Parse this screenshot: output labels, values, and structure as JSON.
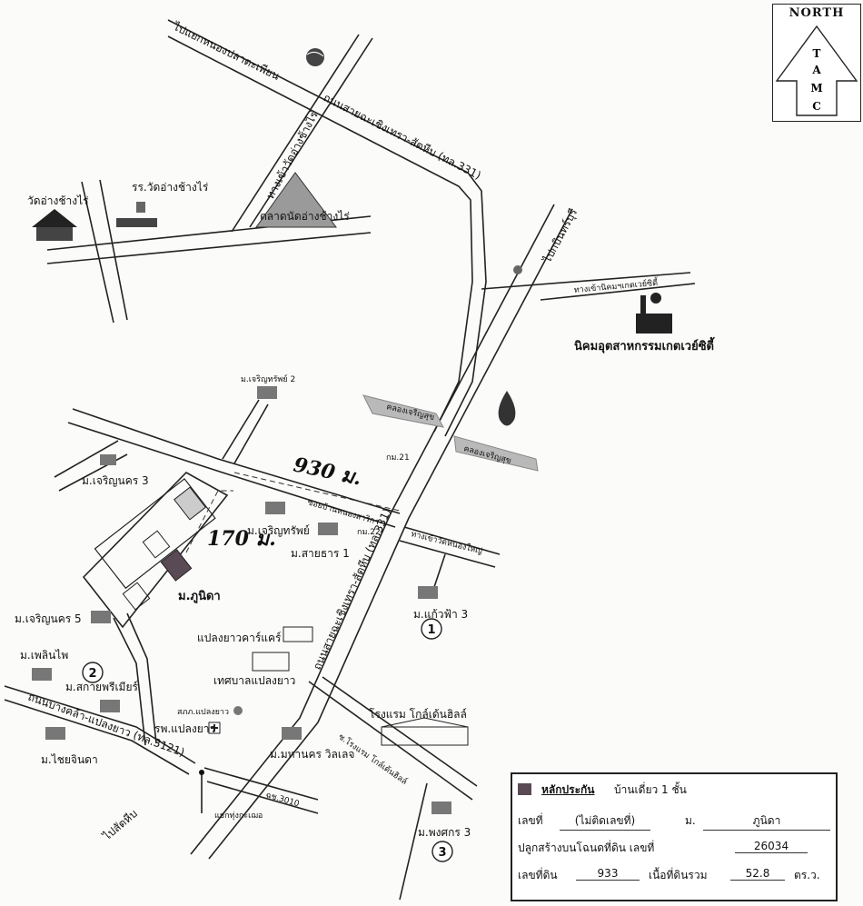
{
  "north": {
    "title": "NORTH",
    "letters": [
      "T",
      "A",
      "M",
      "C"
    ]
  },
  "roads": {
    "nong_pla": "ไปแยกหนองปลาตะเพียน",
    "road331_top": "ถนนสายฉะเชิงเทรา-สัตหีบ (ทล.331)",
    "wat_ang": "ทางเข้าวัดอ่างช้างไร่",
    "pinthong": "ไปกบินทร์บุรี",
    "estate_road": "ทางเข้านิคมฯเกตเวย์ซิตี้",
    "soi_ban": "ซอยบ้านหนองสาริกา",
    "wat_road": "ทางเข้าวัดหนองใหญ่",
    "road331_mid": "ถนนสายฉะเชิงเทรา-สัตหีบ (ทล.331)",
    "bangkla": "ถนนบางคล้า-แปลงยาว (ทล.3121)",
    "to_sattahip": "ไปสัตหีบ",
    "chs": "ฉช.3010",
    "thungkrathi": "แยกทุ่งกะเฌอ",
    "hotel_road": "ซ.โรงแรม โกล์เด้นฮิลล์"
  },
  "canals": {
    "c1": "คลองเจริญสุข",
    "c2": "คลองเจริญสุข"
  },
  "places": {
    "wat": "วัดอ่างช้างไร่",
    "school": "รร.วัดอ่างช้างไร่",
    "market": "ตลาดนัดอ่างช้างไร่",
    "estate": "นิคมอุตสาหกรรมเกตเวย์ซิตี้",
    "km21": "กม.21",
    "km22": "กม.22",
    "charoensap2": "ม.เจริญทรัพย์ 2",
    "charoennakhon3": "ม.เจริญนคร 3",
    "charoensap": "ม.เจริญทรัพย์",
    "saithan1": "ม.สายธาร 1",
    "phunida": "ม.ภูนิดา",
    "kaewfa3": "ม.แก้วฟ้า 3",
    "charoennakhon5": "ม.เจริญนคร 5",
    "ploenphai": "ม.เพลินไพ",
    "sakaiprimier": "ม.สกายพรีเมียร์",
    "chaicharoen": "ม.ไชยจินดา",
    "carcare": "แปลงยาวคาร์แคร์",
    "municipality": "เทศบาลแปลงยาว",
    "police": "สภภ.แปลงยาว",
    "hospital": "รพ.แปลงยาว",
    "mahanakhon": "ม.มหานคร วิลเลจ",
    "hotel": "โรงแรม โกล์เด้นฮิลล์",
    "phongsak3": "ม.พงศกร 3"
  },
  "markers": [
    "1",
    "2",
    "3"
  ],
  "distances": {
    "d930": "930 ม.",
    "d170": "170 ม."
  },
  "info": {
    "title": "หลักประกัน",
    "type": "บ้านเดี่ยว 1 ชั้น",
    "no_label": "เลขที่",
    "no_value": "(ไม่ติดเลขที่)",
    "moo_label": "ม.",
    "moo_value": "ภูนิดา",
    "deed_label": "ปลูกสร้างบนโฉนดที่ดิน เลขที่",
    "deed_value": "26034",
    "land_label": "เลขที่ดิน",
    "land_value": "933",
    "area_label": "เนื้อที่ดินรวม",
    "area_value": "52.8",
    "unit": "ตร.ว."
  },
  "colors": {
    "subject": "#5a4a55",
    "canal": "#b9b9b9",
    "market": "#9a9a9a"
  }
}
